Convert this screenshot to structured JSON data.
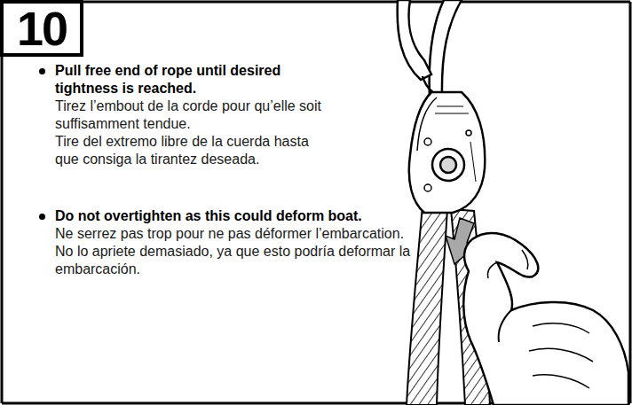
{
  "diagram": {
    "nodes": [
      {
        "text": [
          "10"
        ]
      }
    ],
    "labels": [
      "Pull free end of rope until desired tightness is reached.",
      "Tirez l’embout de la corde pour qu’elle soit suffisamment tendue.",
      "Tire del extremo libre de la cuerda hasta que consiga la tirantez deseada.",
      "Do not overtighten as this could deform boat.",
      "Ne serrez pas trop pour ne pas déformer l’embarcation.",
      "No lo apriete demasiado, ya que esto podría deformar la embarcación."
    ]
  }
}
